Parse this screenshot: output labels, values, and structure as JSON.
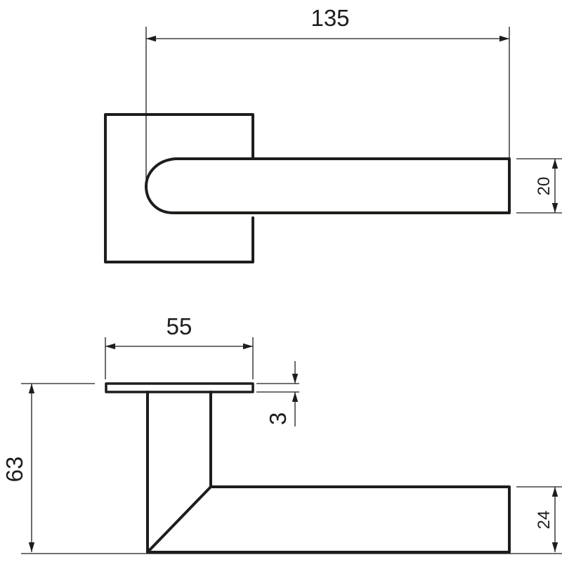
{
  "drawing": {
    "top_view": {
      "dimensions": {
        "length": "135",
        "lever_height": "20"
      }
    },
    "side_view": {
      "dimensions": {
        "rosette_width": "55",
        "rosette_thickness": "3",
        "overall_depth": "63",
        "lever_thickness": "24"
      }
    }
  }
}
